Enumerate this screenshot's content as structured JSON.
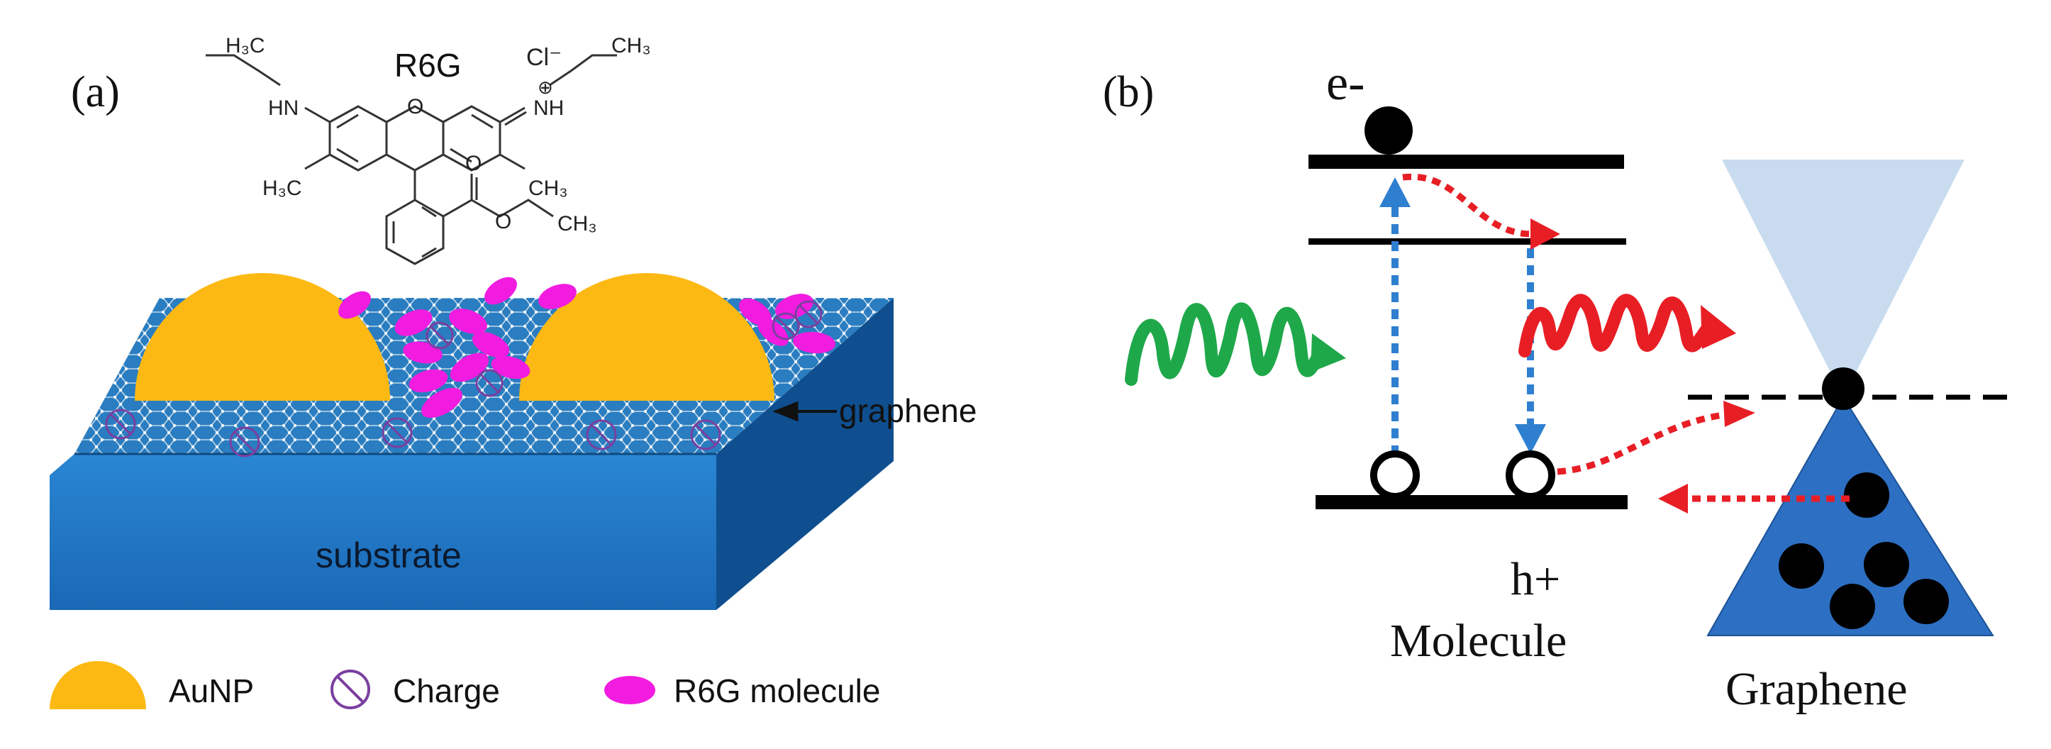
{
  "panel_a": {
    "label": "(a)",
    "molecule": {
      "name": "R6G",
      "counterion": "Cl⁻",
      "groups": {
        "ch3_top_left": "H₃C",
        "ch3_top_right": "CH₃",
        "hn": "HN",
        "nh_plus": "NH",
        "plus": "⊕",
        "ch3_mid_left": "H₃C",
        "ch3_mid_right": "CH₃",
        "oxygen_ring": "O",
        "oxygen_carbonyl": "O",
        "oxygen_ester": "O",
        "ch3_ester": "CH₃"
      }
    },
    "graphene_label": "graphene",
    "substrate_label": "substrate",
    "legend": [
      {
        "label": "AuNP",
        "icon": "gold-dome-icon",
        "color": "#FDB913"
      },
      {
        "label": "Charge",
        "icon": "prohibited-circle-icon",
        "color": "#7A3FA0"
      },
      {
        "label": "R6G molecule",
        "icon": "magenta-ellipse-icon",
        "color": "#F21CE0"
      }
    ]
  },
  "panel_b": {
    "label": "(b)",
    "electron_label": "e-",
    "hole_label": "h+",
    "molecule_label": "Molecule",
    "graphene_label": "Graphene"
  },
  "colors": {
    "aunp": "#FDB913",
    "r6g": "#F21CE0",
    "charge": "#7A3FA0",
    "substrate_front": "#1F74C4",
    "substrate_side": "#0F4F8F",
    "graphene_top": "#2C84C6",
    "excitation": "#1FA84A",
    "emission": "#E81E25",
    "transfer_arrow": "#E81E25",
    "transition_arrow": "#2F7FD0",
    "dirac_upper": "#C9DCEF",
    "dirac_lower": "#2D6FC2"
  }
}
